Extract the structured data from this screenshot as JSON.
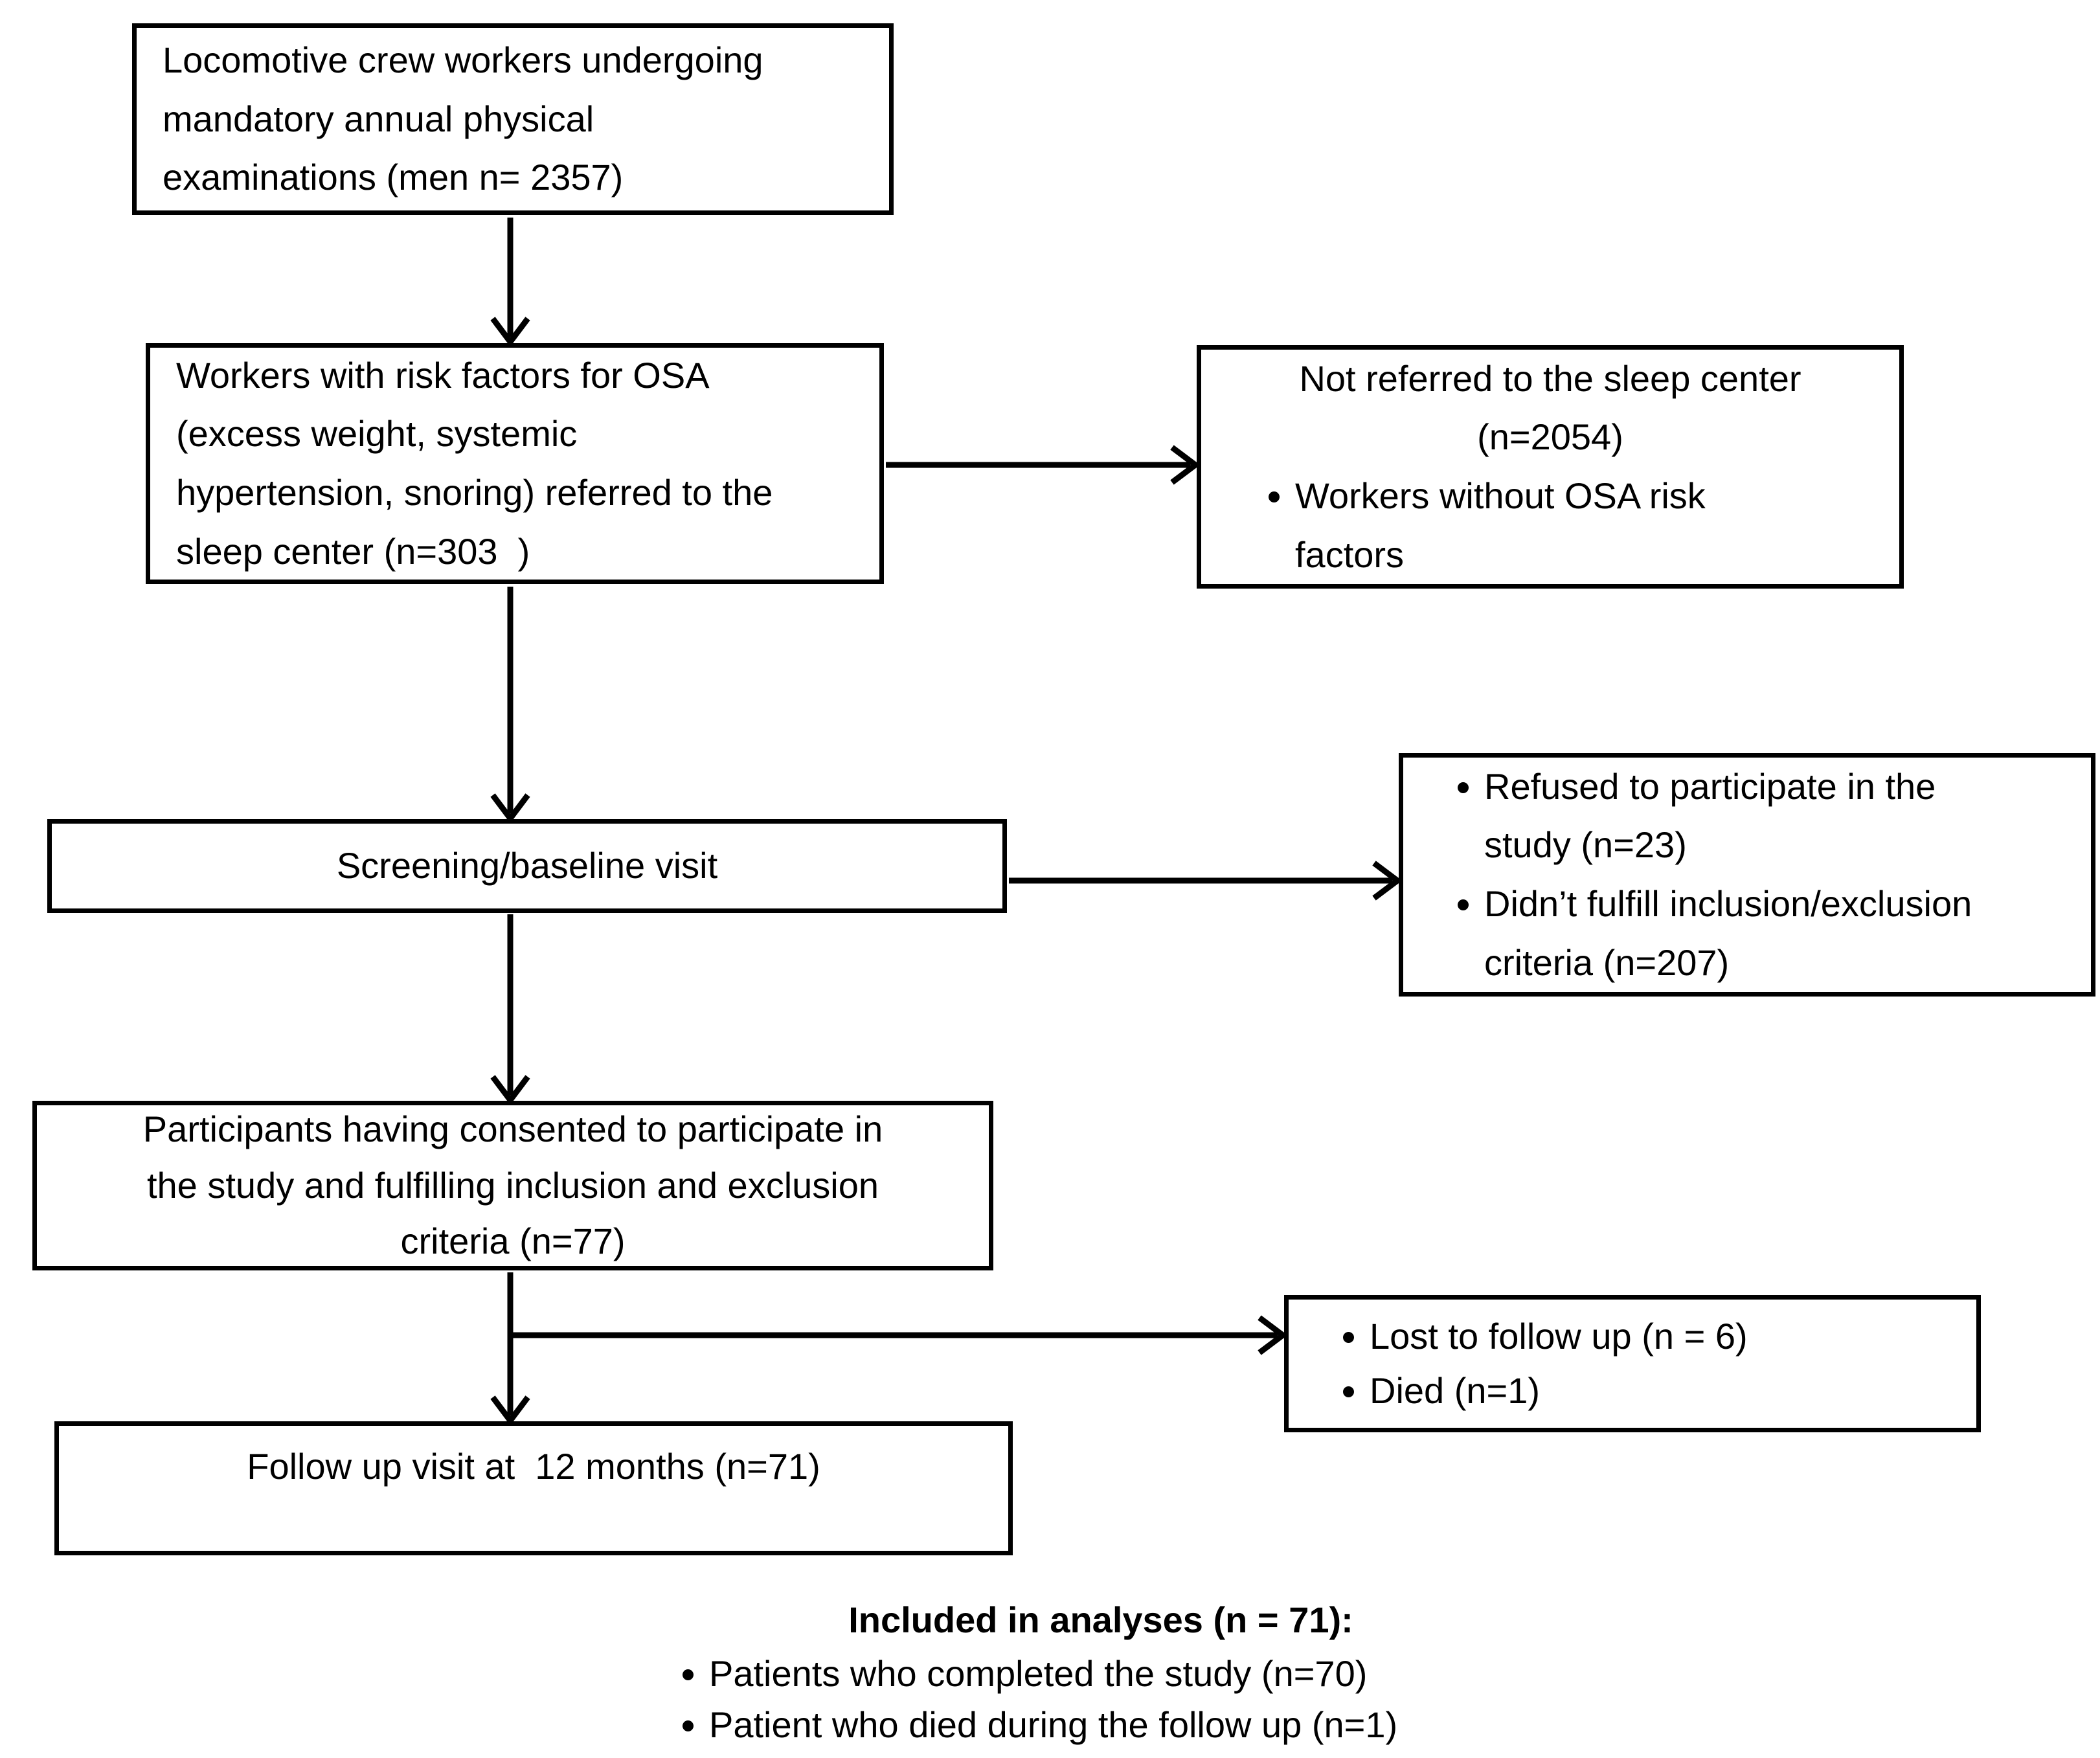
{
  "figure": {
    "background_color": "#ffffff",
    "line_color": "#000000",
    "text_color": "#000000"
  },
  "boxes": {
    "eligible_workers": {
      "text": "Locomotive crew workers undergoing\nmandatory annual physical\nexaminations (men n= 2357)"
    },
    "risk_factors": {
      "text": "Workers with risk factors for OSA\n(excess weight, systemic\nhypertension, snoring) referred to the\nsleep center (n=303  )"
    },
    "not_referred": {
      "title": "Not referred to the sleep center\n(n=2054)",
      "bullets": [
        "Workers without OSA risk\nfactors"
      ]
    },
    "screening": {
      "text": "Screening/baseline visit"
    },
    "refused": {
      "bullets": [
        "Refused to participate in the\nstudy (n=23)",
        "Didn’t fulfill inclusion/exclusion\ncriteria (n=207)"
      ]
    },
    "participants": {
      "text": "Participants having consented to participate in\nthe study and fulfilling inclusion and exclusion\ncriteria (n=77)"
    },
    "lost": {
      "bullets": [
        "Lost to follow up (n = 6)",
        "Died (n=1)"
      ]
    },
    "followup": {
      "text": "Follow up visit at  12 months (n=71)"
    }
  },
  "footer": {
    "title": "Included in analyses (n = 71):",
    "bullets": [
      "Patients who completed the study (n=70)",
      "Patient who died during the follow up (n=1)"
    ]
  }
}
